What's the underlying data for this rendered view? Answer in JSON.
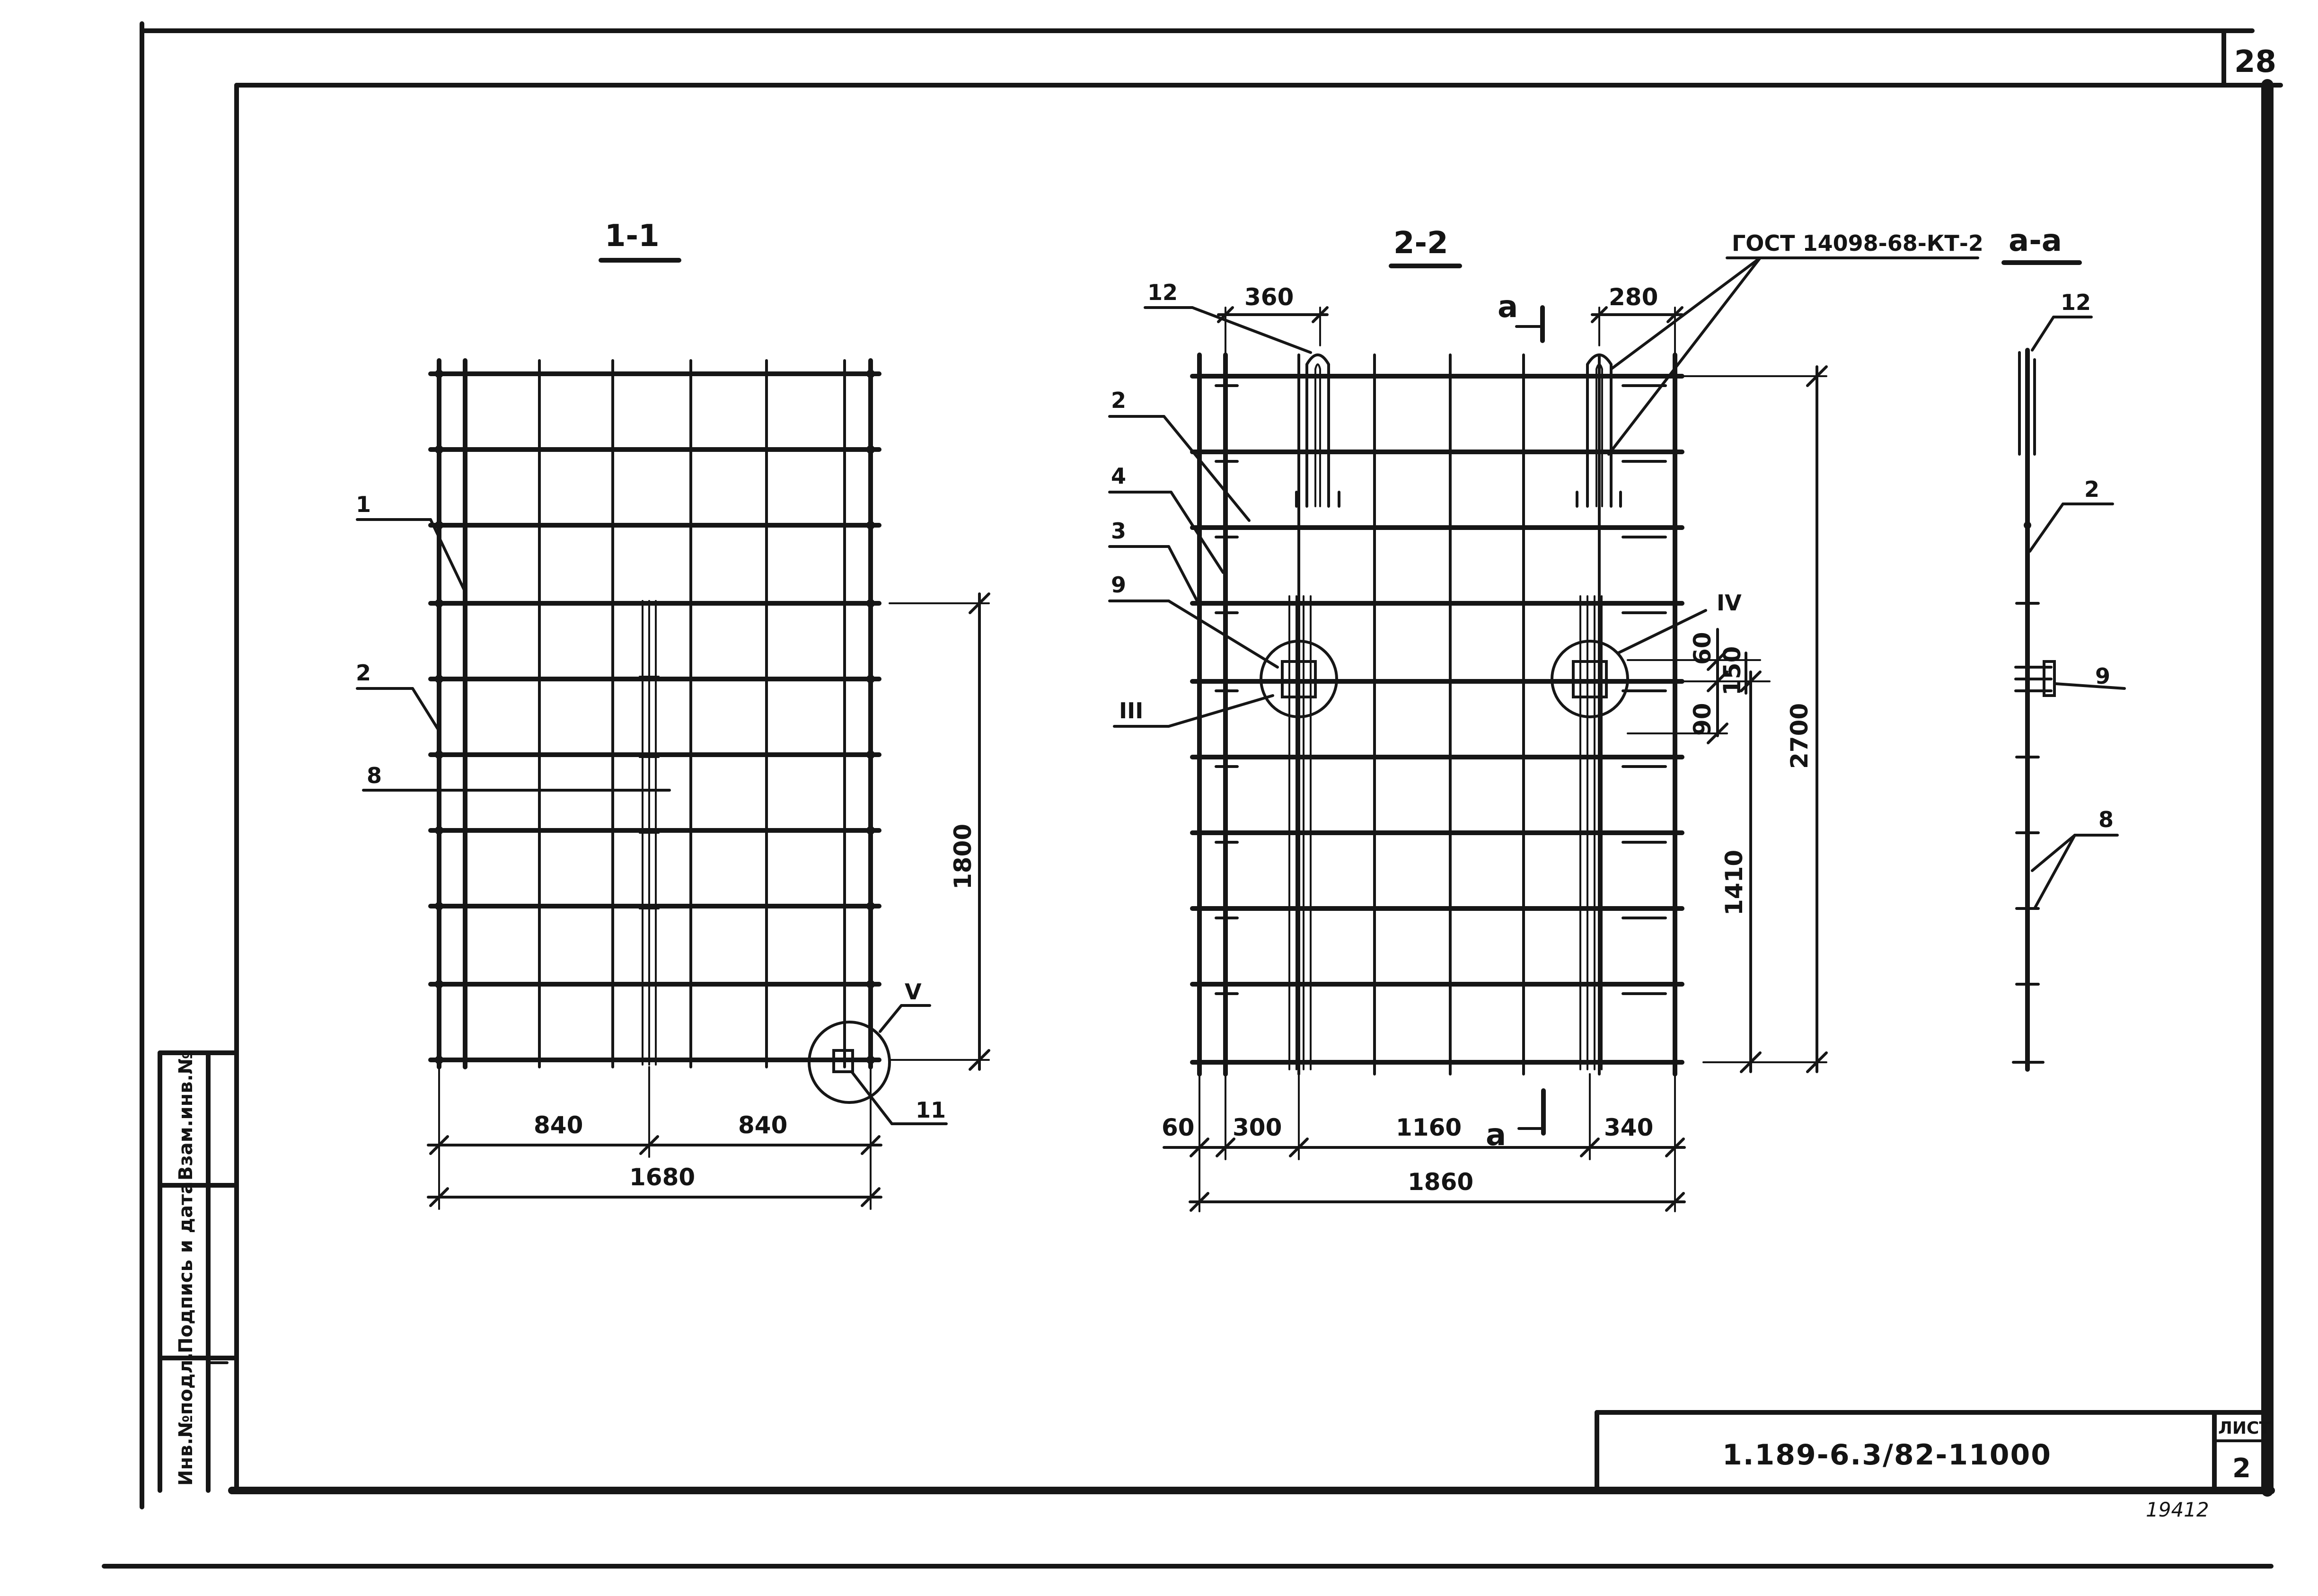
{
  "sheet": {
    "page_number": "28",
    "drawing_code": "1.189-6.3/82-11000",
    "sheet_label": "ЛИСТ",
    "sheet_number": "2",
    "handwritten_note": "19412",
    "stamp": {
      "inv_orig": "Инв.№подл.",
      "signature_date": "Подпись и дата",
      "replaced_inv": "Взам.инв.№"
    }
  },
  "view_1_1": {
    "title": "1-1",
    "callouts": {
      "c1": "1",
      "c2": "2",
      "c8": "8",
      "detail": "V",
      "c11": "11"
    },
    "dims": {
      "half_left": "840",
      "half_right": "840",
      "width": "1680",
      "height": "1800"
    }
  },
  "view_2_2": {
    "title": "2-2",
    "callouts": {
      "c12": "12",
      "c2": "2",
      "c4": "4",
      "c3": "3",
      "c9": "9",
      "detail_3": "III",
      "detail_4": "IV"
    },
    "gost_note": "ГОСТ 14098-68-КТ-2",
    "section_mark": "a",
    "dims": {
      "top_left": "360",
      "top_right": "280",
      "seg_60": "60",
      "seg_300": "300",
      "seg_1160": "1160",
      "seg_340": "340",
      "width": "1860",
      "height": "2700",
      "lower": "1410",
      "d60": "60",
      "d150": "150",
      "d90": "90"
    }
  },
  "view_a_a": {
    "title": "a-a",
    "callouts": {
      "c12": "12",
      "c2": "2",
      "c9": "9",
      "c8": "8"
    }
  }
}
